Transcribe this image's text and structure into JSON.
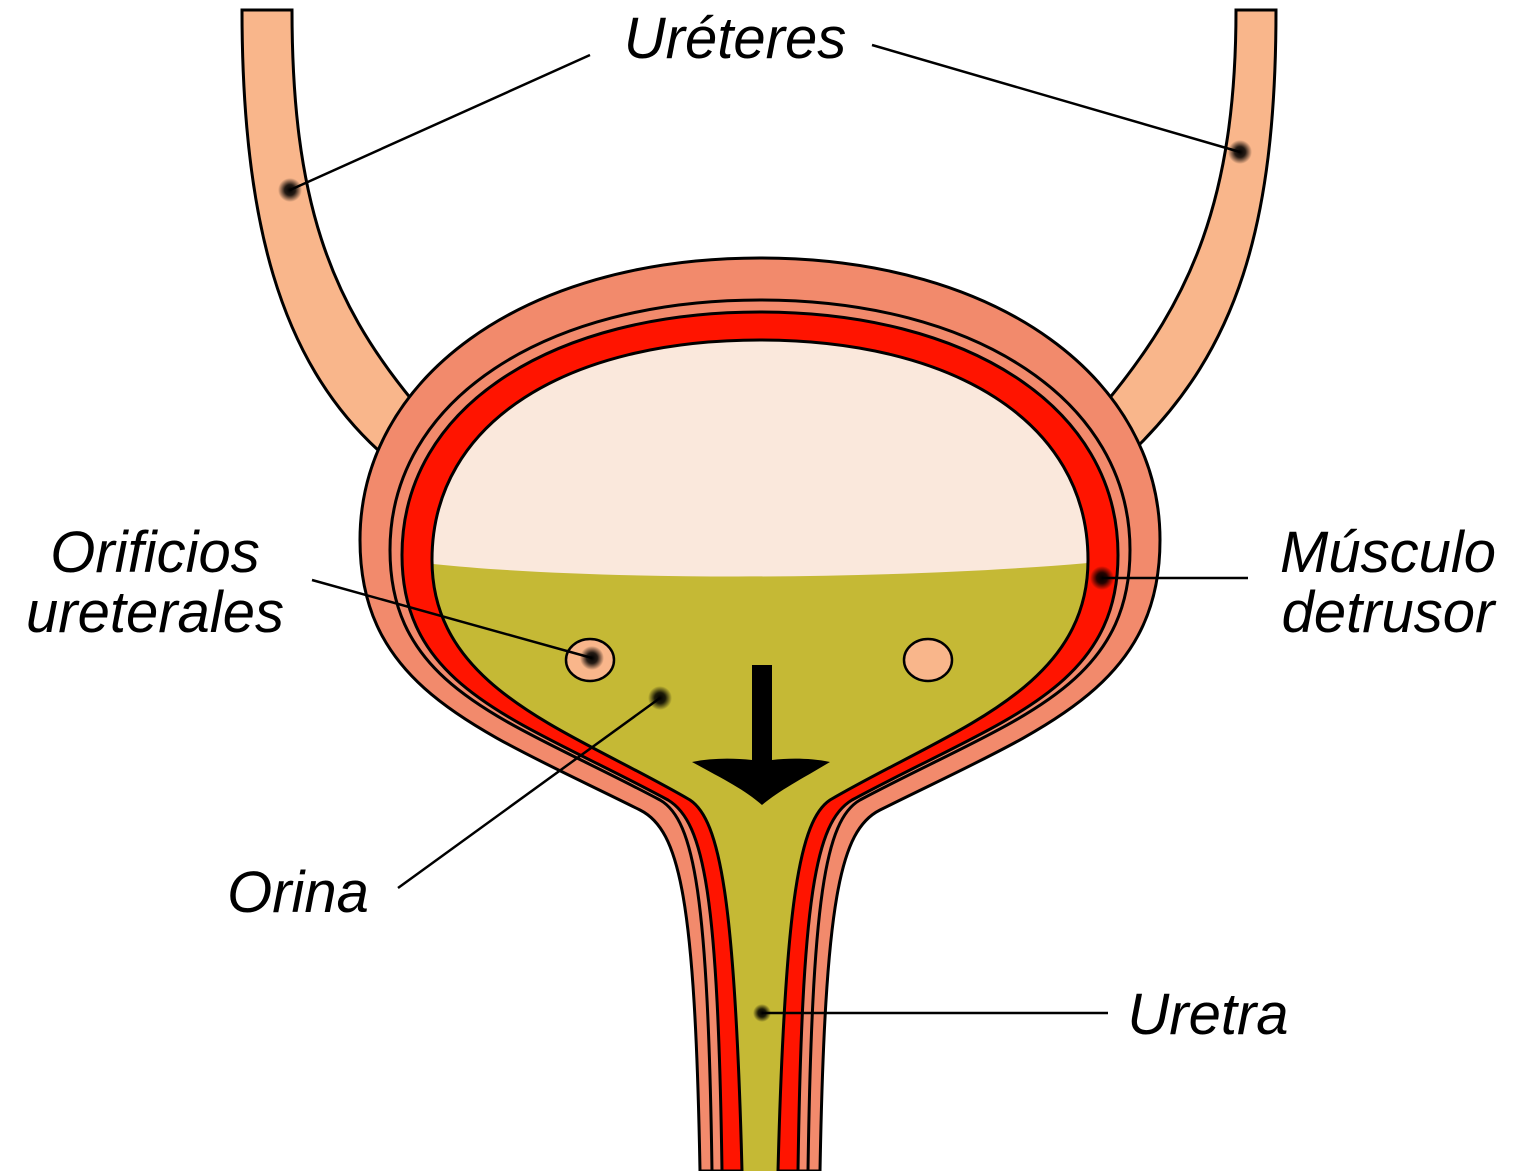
{
  "labels": {
    "ureteres": "Uréteres",
    "orificios_line1": "Orificios",
    "orificios_line2": "ureterales",
    "musculo_line1": "Músculo",
    "musculo_line2": "detrusor",
    "orina": "Orina",
    "uretra": "Uretra"
  },
  "colors": {
    "ureter_fill": "#F9B68B",
    "outer_wall": "#F28A6C",
    "detrusor_muscle": "#FF1400",
    "urine": "#C5B935",
    "air_space": "#FAE8DC",
    "orifice": "#F9B68B",
    "outline": "#000000"
  },
  "icons": {
    "flow_arrow": "down-arrow-icon",
    "pointer_dot": "leader-dot"
  }
}
